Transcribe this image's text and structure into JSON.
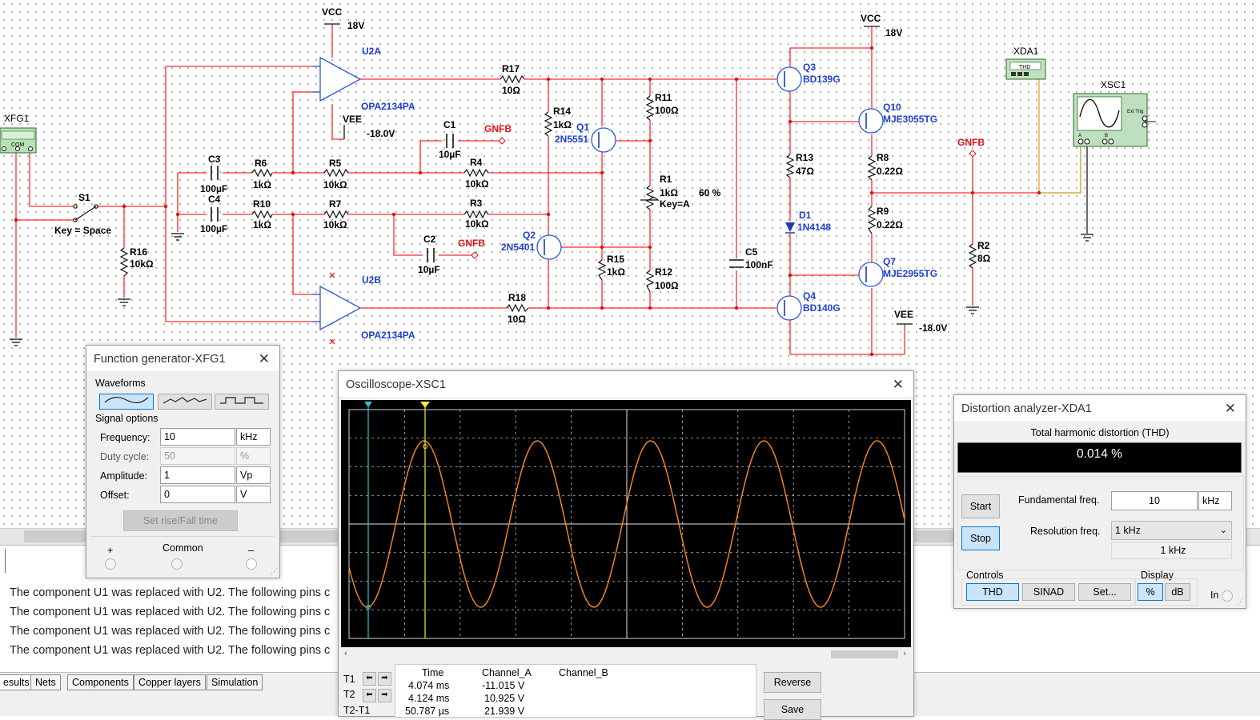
{
  "schematic": {
    "vcc_left": "VCC",
    "vcc_left_v": "18V",
    "vcc_right": "VCC",
    "vcc_right_v": "18V",
    "vee_left": "VEE",
    "vee_left_v": "-18.0V",
    "vee_right": "VEE",
    "vee_right_v": "-18.0V",
    "u2a": "U2A",
    "u2a_part": "OPA2134PA",
    "u2b": "U2B",
    "u2b_part": "OPA2134PA",
    "xfg1": "XFG1",
    "xfg1_com": "COM",
    "s1": "S1",
    "s1_key": "Key = Space",
    "r16": "R16",
    "r16_v": "10kΩ",
    "c3": "C3",
    "c3_v": "100µF",
    "c4": "C4",
    "c4_v": "100µF",
    "r6": "R6",
    "r6_v": "1kΩ",
    "r10": "R10",
    "r10_v": "1kΩ",
    "r5": "R5",
    "r5_v": "10kΩ",
    "r7": "R7",
    "r7_v": "10kΩ",
    "r4": "R4",
    "r4_v": "10kΩ",
    "r3": "R3",
    "r3_v": "10kΩ",
    "c1": "C1",
    "c1_v": "10µF",
    "c2": "C2",
    "c2_v": "10µF",
    "gnfb": "GNFB",
    "r17": "R17",
    "r17_v": "10Ω",
    "r18": "R18",
    "r18_v": "10Ω",
    "r14": "R14",
    "r14_v": "1kΩ",
    "q1": "Q1",
    "q1_part": "2N5551",
    "q2": "Q2",
    "q2_part": "2N5401",
    "r11": "R11",
    "r11_v": "100Ω",
    "r1": "R1",
    "r1_v": "1kΩ",
    "r1_key": "Key=A",
    "r1_pct": "60 %",
    "r15": "R15",
    "r15_v": "1kΩ",
    "r12": "R12",
    "r12_v": "100Ω",
    "c5": "C5",
    "c5_v": "100nF",
    "q3": "Q3",
    "q3_part": "BD139G",
    "q4": "Q4",
    "q4_part": "BD140G",
    "r13": "R13",
    "r13_v": "47Ω",
    "d1": "D1",
    "d1_part": "1N4148",
    "q10": "Q10",
    "q10_part": "MJE3055TG",
    "q7": "Q7",
    "q7_part": "MJE2955TG",
    "r8": "R8",
    "r8_v": "0.22Ω",
    "r9": "R9",
    "r9_v": "0.22Ω",
    "r2": "R2",
    "r2_v": "8Ω",
    "xda1": "XDA1",
    "xda1_inner": "THD",
    "xsc1": "XSC1",
    "xsc1_ext": "Ext Trig",
    "xsc1_a": "A",
    "xsc1_b": "B"
  },
  "messages": [
    "The component U1 was replaced with U2. The following pins c",
    "The component U1 was replaced with U2. The following pins c",
    "The component U1 was replaced with U2. The following pins c",
    "The component U1 was replaced with U2. The following pins c"
  ],
  "tabs": [
    "esults",
    "Nets",
    "Components",
    "Copper layers",
    "Simulation"
  ],
  "funcgen": {
    "title": "Function generator-XFG1",
    "waveforms_label": "Waveforms",
    "signal_options_label": "Signal options",
    "frequency_label": "Frequency:",
    "frequency_value": "10",
    "frequency_unit": "kHz",
    "duty_label": "Duty cycle:",
    "duty_value": "50",
    "duty_unit": "%",
    "amplitude_label": "Amplitude:",
    "amplitude_value": "1",
    "amplitude_unit": "Vp",
    "offset_label": "Offset:",
    "offset_value": "0",
    "offset_unit": "V",
    "rise_fall_button": "Set rise/Fall time",
    "plus_label": "+",
    "common_label": "Common",
    "minus_label": "–",
    "selected_waveform": "sine"
  },
  "scope": {
    "title": "Oscilloscope-XSC1",
    "t1_label": "T1",
    "t2_label": "T2",
    "t2t1_label": "T2-T1",
    "col_time": "Time",
    "col_a": "Channel_A",
    "col_b": "Channel_B",
    "t1_time": "4.074 ms",
    "t1_a": "-11.015 V",
    "t2_time": "4.124 ms",
    "t2_a": "10.925 V",
    "d_time": "50.787 µs",
    "d_a": "21.939 V",
    "reverse_button": "Reverse",
    "save_button": "Save",
    "trace_color": "#ff8c1a",
    "cursor1_color": "#33c4d6",
    "cursor2_color": "#f3ef2a"
  },
  "distortion": {
    "title": "Distortion analyzer-XDA1",
    "thd_header": "Total harmonic distortion (THD)",
    "thd_value": "0.014 %",
    "start_button": "Start",
    "stop_button": "Stop",
    "fundamental_label": "Fundamental freq.",
    "fundamental_value": "10",
    "fundamental_unit": "kHz",
    "resolution_label": "Resolution freq.",
    "resolution_value": "1 kHz",
    "resolution_readout": "1 kHz",
    "controls_label": "Controls",
    "display_label": "Display",
    "thd_button": "THD",
    "sinad_button": "SINAD",
    "set_button": "Set...",
    "pct_button": "%",
    "db_button": "dB",
    "in_label": "In"
  }
}
